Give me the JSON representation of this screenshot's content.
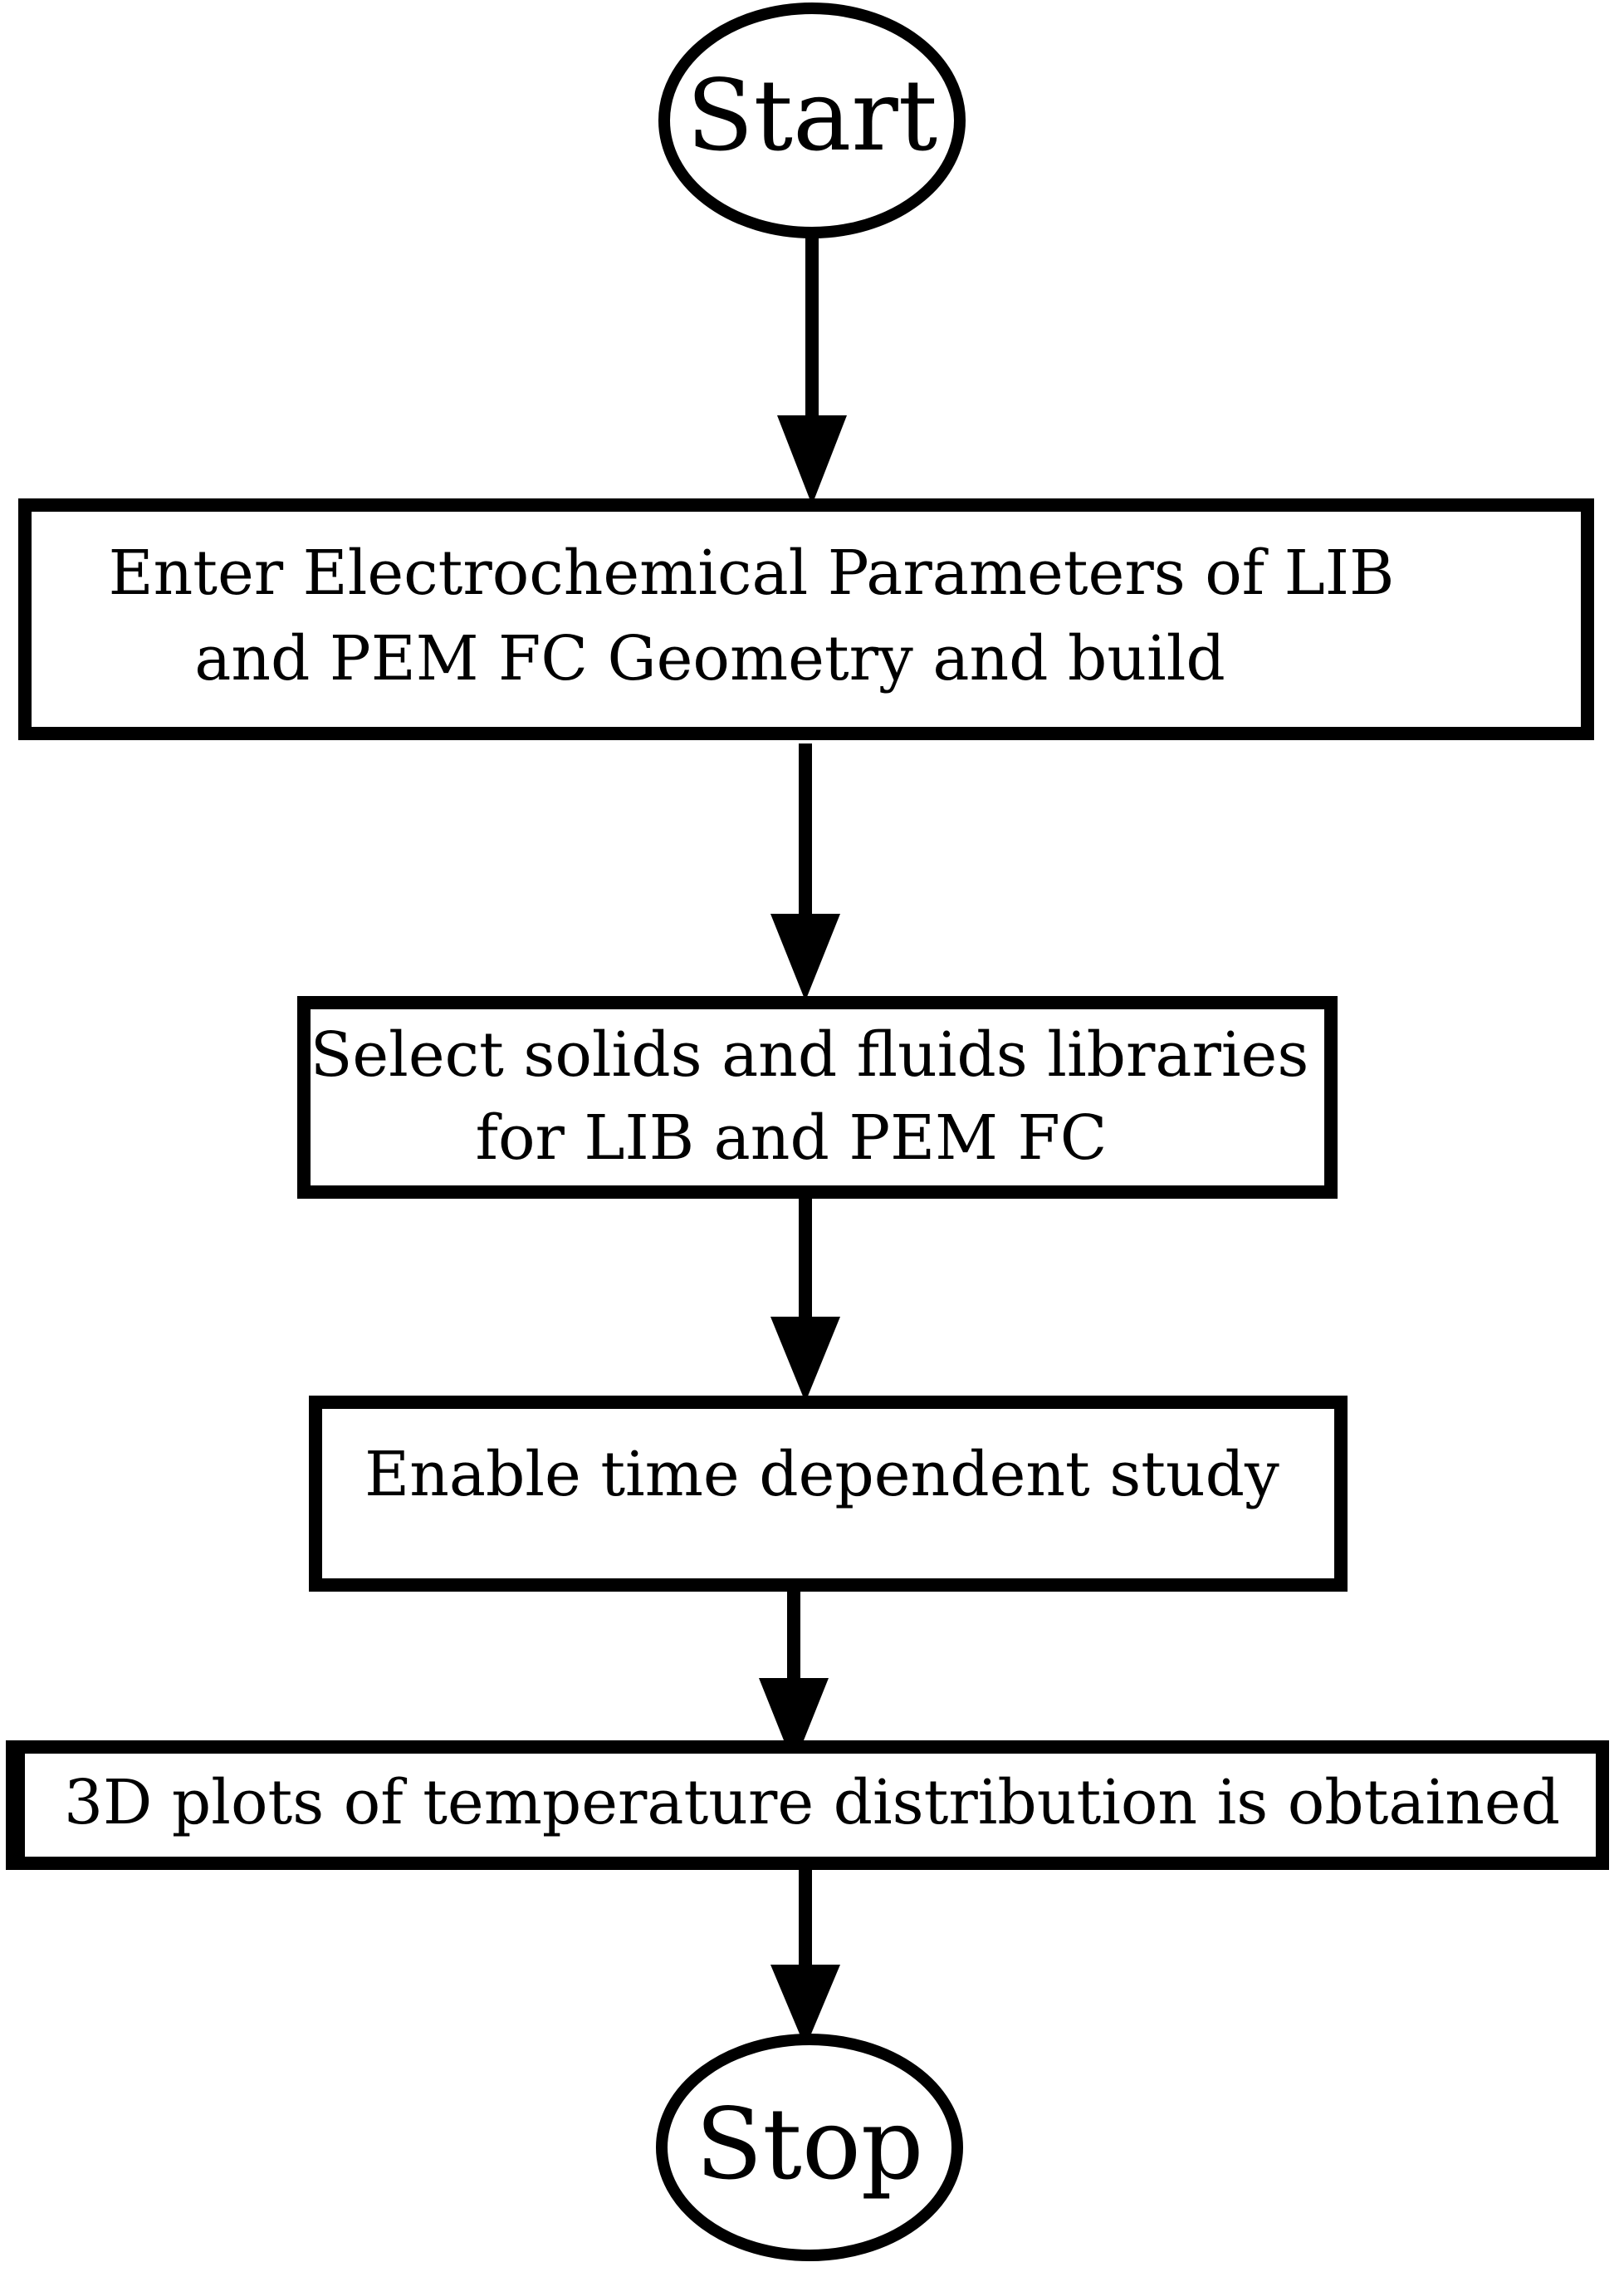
{
  "flowchart": {
    "start": {
      "label": "Start"
    },
    "steps": [
      {
        "lines": [
          "Enter Electrochemical Parameters of LIB",
          "and PEM FC Geometry and build"
        ]
      },
      {
        "lines": [
          "Select solids and fluids libraries",
          "for LIB and PEM FC"
        ]
      },
      {
        "lines": [
          "Enable time dependent study"
        ]
      },
      {
        "lines": [
          "3D plots of temperature distribution is obtained"
        ]
      }
    ],
    "stop": {
      "label": "Stop"
    },
    "colors": {
      "stroke": "#000000",
      "fill": "#ffffff",
      "text": "#000000"
    }
  }
}
